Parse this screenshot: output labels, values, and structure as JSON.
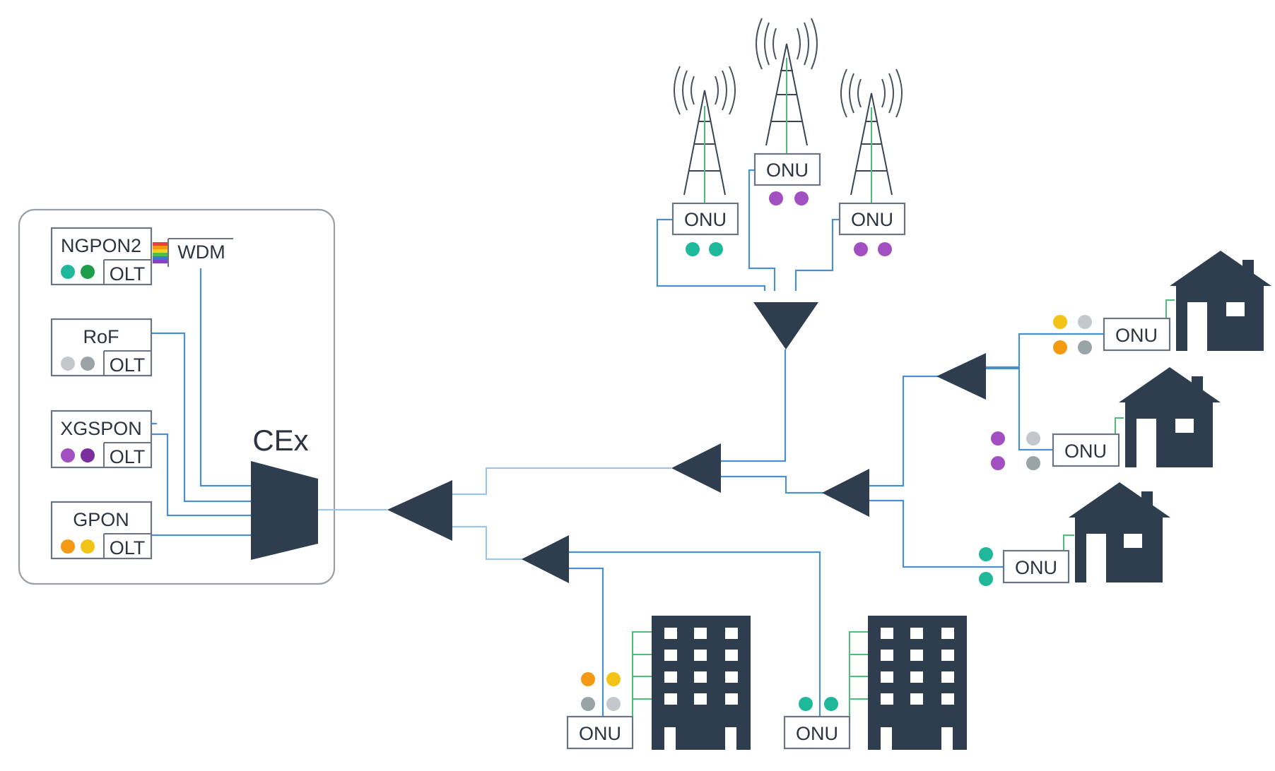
{
  "labels": {
    "olt_types": [
      "NGPON2",
      "RoF",
      "XGSPON",
      "GPON"
    ],
    "olt": "OLT",
    "wdm": "WDM",
    "cex": "CEx",
    "onu": "ONU"
  },
  "colors": {
    "fiber": "#4a8fd0",
    "drop": "#4cbf7a",
    "equipment": "#2f3e4e",
    "teal": "#1fb89a",
    "green": "#1e9e4a",
    "light_gray": "#c4c8cc",
    "gray": "#9aa3a6",
    "violet": "#a24fc2",
    "purple": "#7a2f9c",
    "orange": "#f39a12",
    "yellow": "#f3c417"
  },
  "olt_channels": {
    "NGPON2": [
      "teal",
      "green"
    ],
    "RoF": [
      "light_gray",
      "gray"
    ],
    "XGSPON": [
      "violet",
      "purple"
    ],
    "GPON": [
      "orange",
      "yellow"
    ]
  },
  "onu_channels": {
    "tower_left": [
      "teal",
      "teal"
    ],
    "tower_center": [
      "violet",
      "violet"
    ],
    "tower_right": [
      "violet",
      "violet"
    ],
    "house_top": [
      "yellow",
      "light_gray",
      "orange",
      "gray"
    ],
    "house_middle": [
      "violet",
      "light_gray",
      "violet",
      "gray"
    ],
    "house_bottom": [
      "teal",
      "teal"
    ],
    "building_left": [
      "orange",
      "yellow",
      "gray",
      "light_gray"
    ],
    "building_right": [
      "teal",
      "teal"
    ]
  }
}
